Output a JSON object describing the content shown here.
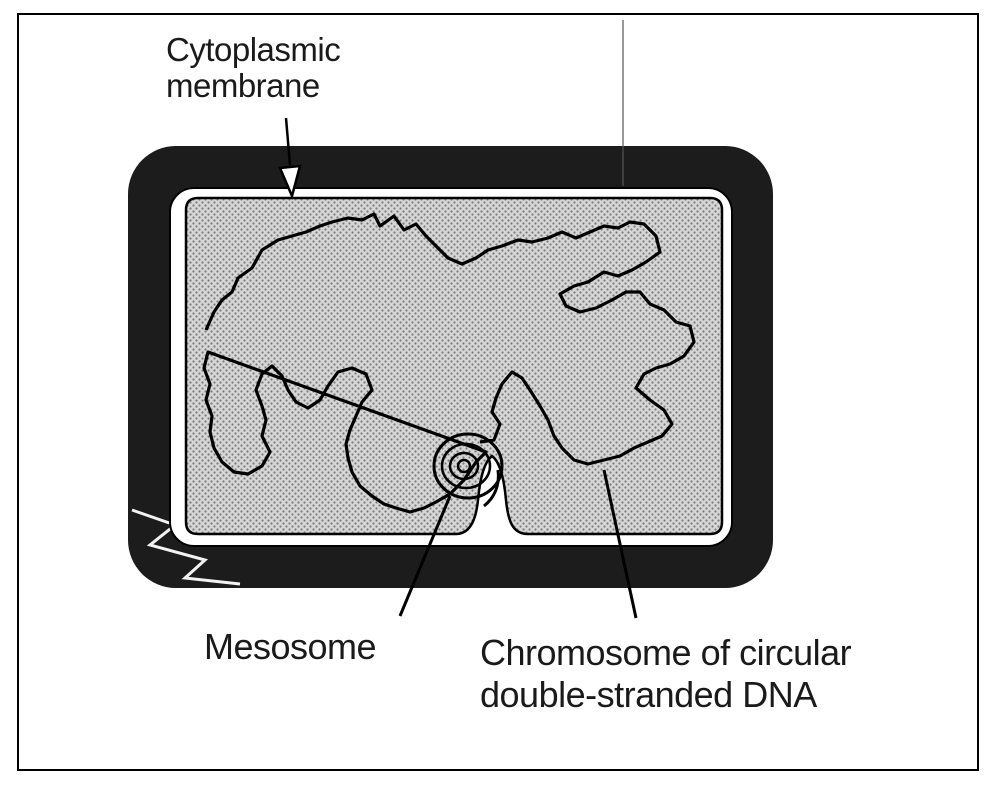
{
  "labels": {
    "cytoplasmic_membrane": "Cytoplasmic\nmembrane",
    "mesosome": "Mesosome",
    "chromosome": "Chromosome of circular\ndouble-stranded DNA"
  },
  "colors": {
    "cell_wall": "#1c1c1c",
    "cytoplasm": "#c9c9c9",
    "membrane": "#ffffff",
    "outline": "#000000"
  }
}
